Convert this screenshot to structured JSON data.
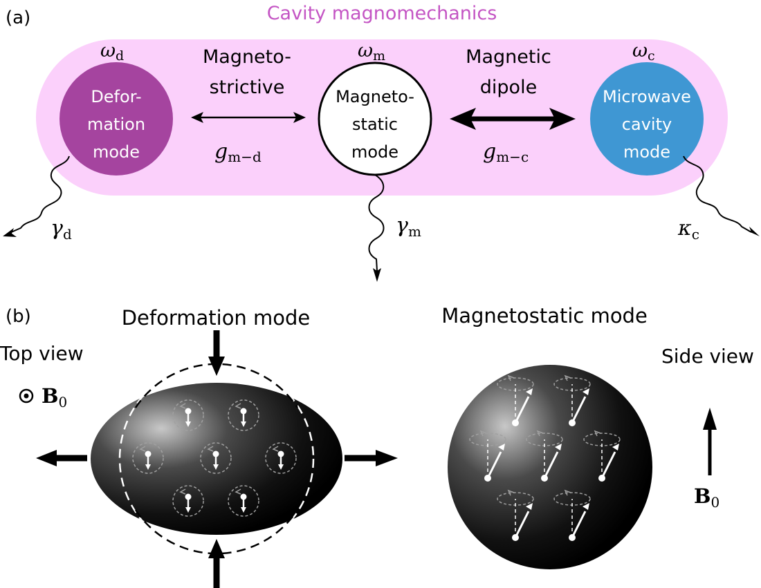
{
  "panel_a": {
    "label": "(a)",
    "title": "Cavity magnomechanics",
    "modes": [
      {
        "freq_sym": "ω",
        "freq_sub": "d",
        "lines": [
          "Defor-",
          "mation",
          "mode"
        ],
        "decay_sym": "γ",
        "decay_sub": "d"
      },
      {
        "freq_sym": "ω",
        "freq_sub": "m",
        "lines": [
          "Magneto-",
          "static",
          "mode"
        ],
        "decay_sym": "γ",
        "decay_sub": "m"
      },
      {
        "freq_sym": "ω",
        "freq_sub": "c",
        "lines": [
          "Microwave",
          "cavity",
          "mode"
        ],
        "decay_sym": "κ",
        "decay_sub": "c"
      }
    ],
    "couplings": [
      {
        "lines": [
          "Magneto-",
          "strictive"
        ],
        "sym": "g",
        "sub": "m−d"
      },
      {
        "lines": [
          "Magnetic",
          "dipole"
        ],
        "sym": "g",
        "sub": "m−c"
      }
    ]
  },
  "panel_b": {
    "label": "(b)",
    "deformation_title": "Deformation mode",
    "magnetostatic_title": "Magnetostatic mode",
    "top_view": "Top view",
    "side_view": "Side view",
    "field_sym": "B",
    "field_sub": "0"
  },
  "colors": {
    "cavity_band": "#fbd0fb",
    "title": "#c455c4",
    "deformation": "#a5449f",
    "microwave": "#3f97d3",
    "magnetostatic": "#ffffff"
  }
}
